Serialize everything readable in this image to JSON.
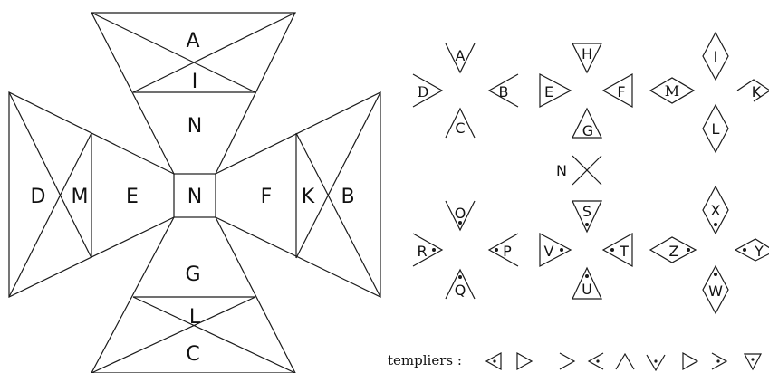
{
  "cross": {
    "top_outer": "A",
    "top_inner": "I",
    "top_main": "N",
    "center": "N",
    "left_outer": "D",
    "left_inner": "M",
    "left_main": "E",
    "right_main": "F",
    "right_inner": "K",
    "right_outer": "B",
    "bottom_main": "G",
    "bottom_inner": "L",
    "bottom_outer": "C"
  },
  "key": {
    "plain": [
      "A",
      "B",
      "C",
      "D"
    ],
    "triangle": [
      "H",
      "F",
      "G",
      "E"
    ],
    "diamond": [
      "I",
      "K",
      "L",
      "M"
    ],
    "cross": "N",
    "dotted_plain": [
      "O",
      "P",
      "Q",
      "R"
    ],
    "dotted_triangle": [
      "S",
      "T",
      "U",
      "V"
    ],
    "dotted_diamond": [
      "X",
      "Y",
      "W",
      "Z"
    ]
  },
  "footer": {
    "label": "templiers :"
  }
}
